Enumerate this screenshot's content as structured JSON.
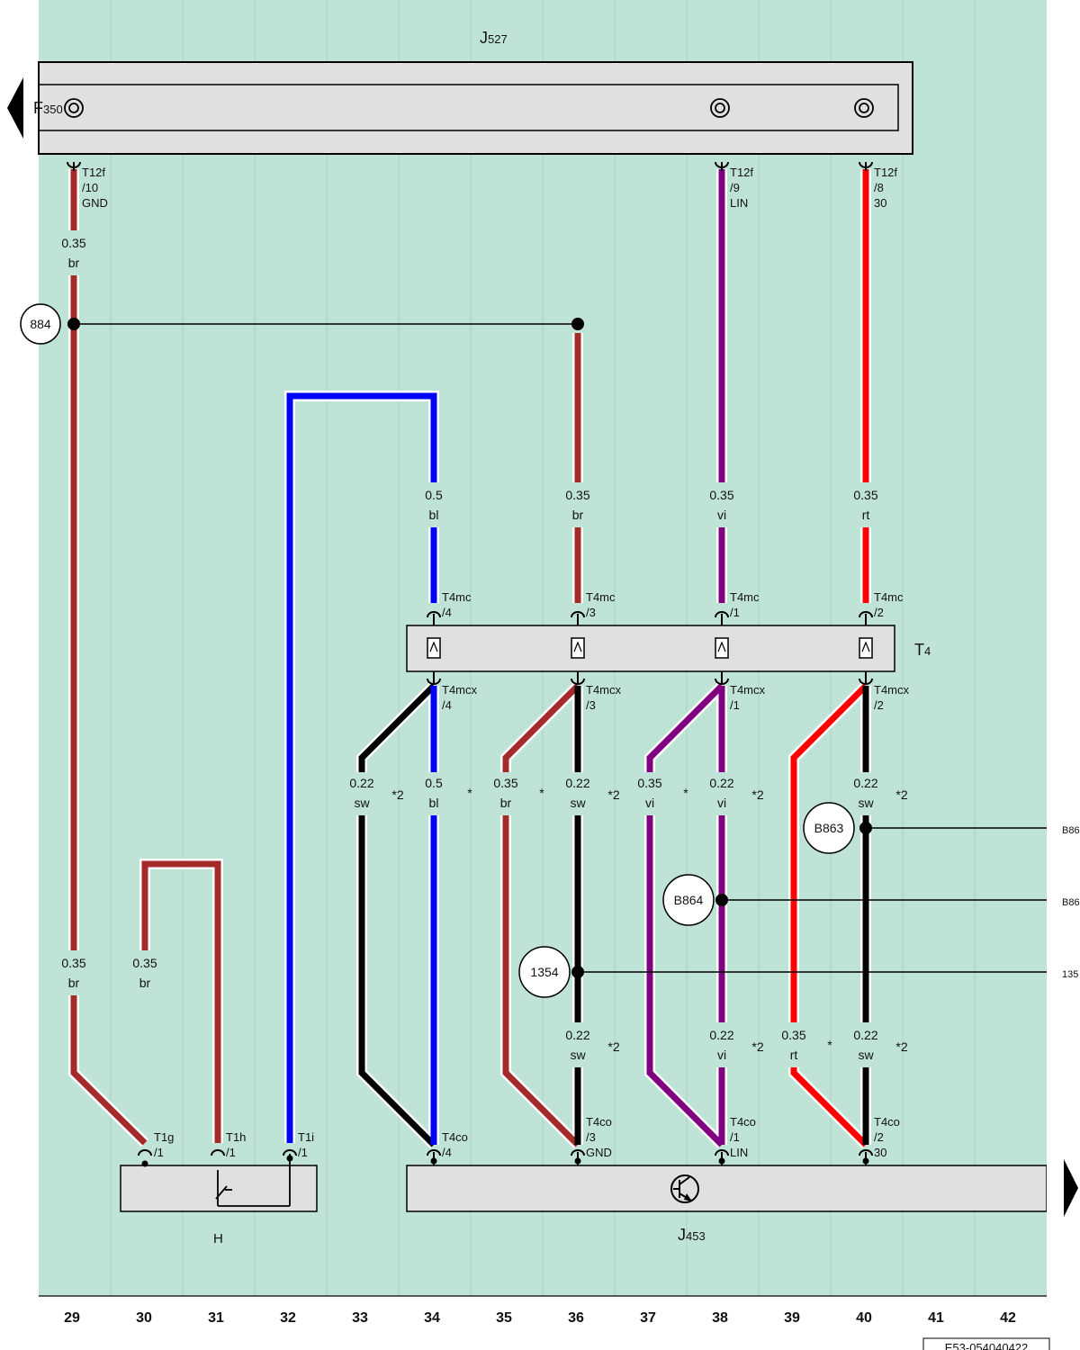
{
  "colors": {
    "background": "#bfe3d6",
    "panel": "#e0e0e0",
    "br": "#a52a2a",
    "bl": "#0000ff",
    "vi": "#800080",
    "rt": "#ff0000",
    "sw": "#000000"
  },
  "components": {
    "j527": {
      "prefix": "J",
      "sub": "527"
    },
    "f350": {
      "prefix": "F",
      "sub": "350"
    },
    "t4": {
      "prefix": "T",
      "sub": "4"
    },
    "h": {
      "label": "H"
    },
    "j453": {
      "prefix": "J",
      "sub": "453"
    }
  },
  "connectors": {
    "t12f_10": [
      "T12f",
      "/10",
      "GND"
    ],
    "t12f_9": [
      "T12f",
      "/9",
      "LIN"
    ],
    "t12f_8": [
      "T12f",
      "/8",
      "30"
    ],
    "t4mc_4": [
      "T4mc",
      "/4"
    ],
    "t4mc_3": [
      "T4mc",
      "/3"
    ],
    "t4mc_1": [
      "T4mc",
      "/1"
    ],
    "t4mc_2": [
      "T4mc",
      "/2"
    ],
    "t4mcx_4": [
      "T4mcx",
      "/4"
    ],
    "t4mcx_3": [
      "T4mcx",
      "/3"
    ],
    "t4mcx_1": [
      "T4mcx",
      "/1"
    ],
    "t4mcx_2": [
      "T4mcx",
      "/2"
    ],
    "t1g": [
      "T1g",
      "/1"
    ],
    "t1h": [
      "T1h",
      "/1"
    ],
    "t1i": [
      "T1i",
      "/1"
    ],
    "t4co_4": [
      "T4co",
      "/4"
    ],
    "t4co_3": [
      "T4co",
      "/3",
      "GND"
    ],
    "t4co_1": [
      "T4co",
      "/1",
      "LIN"
    ],
    "t4co_2": [
      "T4co",
      "/2",
      "30"
    ]
  },
  "wire_labels": {
    "w29_top": [
      "0.35",
      "br"
    ],
    "w34_top": [
      "0.5",
      "bl"
    ],
    "w36_top": [
      "0.35",
      "br"
    ],
    "w38_top": [
      "0.35",
      "vi"
    ],
    "w40_top": [
      "0.35",
      "rt"
    ],
    "w33_mid": [
      "0.22",
      "sw"
    ],
    "w34_mid": [
      "0.5",
      "bl"
    ],
    "w35_mid": [
      "0.35",
      "br"
    ],
    "w36_mid": [
      "0.22",
      "sw"
    ],
    "w37_mid": [
      "0.35",
      "vi"
    ],
    "w38_mid": [
      "0.22",
      "vi"
    ],
    "w40_mid": [
      "0.22",
      "sw"
    ],
    "w29_low": [
      "0.35",
      "br"
    ],
    "w30_low": [
      "0.35",
      "br"
    ],
    "w36_low": [
      "0.22",
      "sw"
    ],
    "w38_low": [
      "0.22",
      "vi"
    ],
    "w39_low": [
      "0.35",
      "rt"
    ],
    "w40_low": [
      "0.22",
      "sw"
    ]
  },
  "footnote_marks": {
    "n1": "*2",
    "n2": "*",
    "n3": "*",
    "n4": "*2",
    "n5": "*",
    "n6": "*2",
    "n7": "*2",
    "n8": "*2",
    "n9": "*2",
    "n10": "*",
    "n11": "*2"
  },
  "splices": {
    "s884": "884",
    "s1354": "1354",
    "sB864": "B864",
    "sB863": "B863"
  },
  "edge_refs": {
    "r_b863": "B86",
    "r_b864": "B86",
    "r_1354": "135"
  },
  "track_numbers": [
    "29",
    "30",
    "31",
    "32",
    "33",
    "34",
    "35",
    "36",
    "37",
    "38",
    "39",
    "40",
    "41",
    "42"
  ],
  "drawing_id": "E53-054040422"
}
